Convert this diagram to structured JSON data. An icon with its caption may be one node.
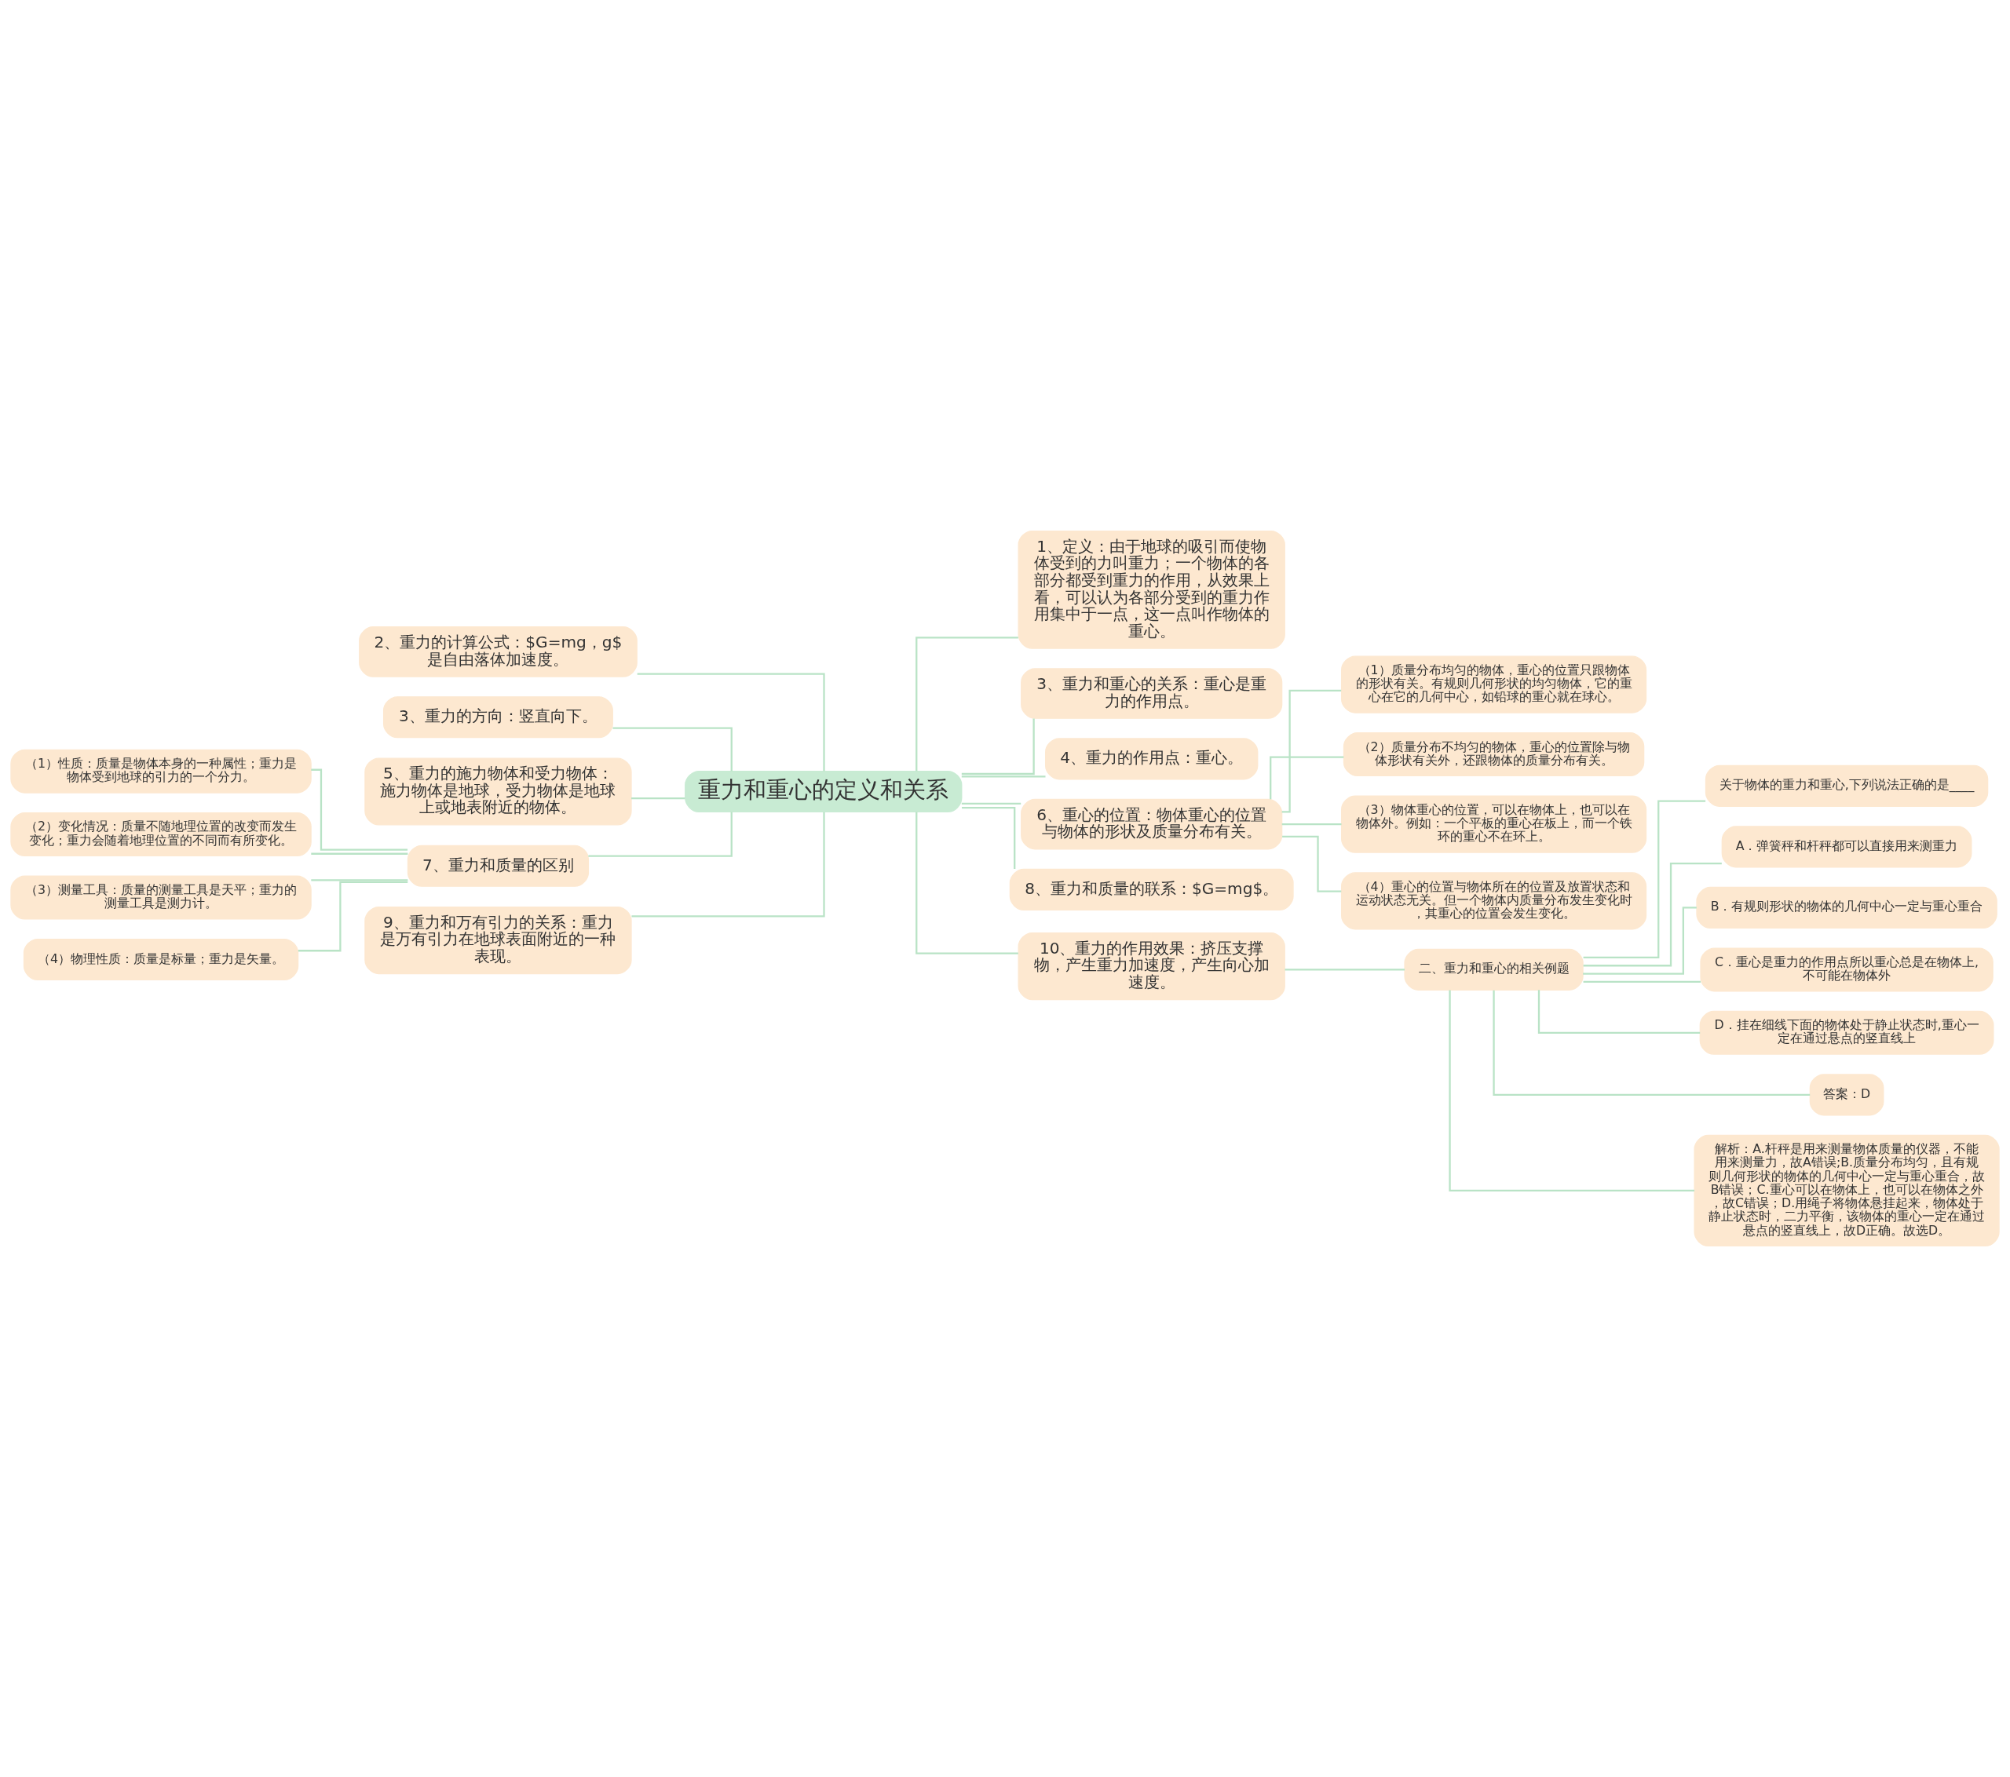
{
  "diagram": {
    "nodes": [
      {
        "text": [
          "重力和重心的定义和关系"
        ]
      },
      {
        "text": [
          "1、定义：由于地球的吸引而使物体受到的力叫重力；一个物体的各部分都受到重力的作用，从效果上看，可以认为各部分受到的重力作用集中于一点，这一点叫作物体的重心。"
        ]
      },
      {
        "text": [
          "3、重力和重心的关系：重心是重力的作用点。"
        ]
      },
      {
        "text": [
          "4、重力的作用点：重心。"
        ]
      },
      {
        "text": [
          "6、重心的位置：物体重心的位置与物体的形状及质量分布有关。"
        ]
      },
      {
        "text": [
          "（1）质量分布均匀的物体，重心的位置只跟物体的形状有关。有规则几何形状的均匀物体，它的重心在它的几何中心，如铅球的重心就在球心。"
        ]
      },
      {
        "text": [
          "（2）质量分布不均匀的物体，重心的位置除与物体形状有关外，还跟物体的质量分布有关。"
        ]
      },
      {
        "text": [
          "（3）物体重心的位置，可以在物体上，也可以在物体外。例如：一个平板的重心在板上，而一个铁环的重心不在环上。"
        ]
      },
      {
        "text": [
          "（4）重心的位置与物体所在的位置及放置状态和运动状态无关。但一个物体内质量分布发生变化时，其重心的位置会发生变化。"
        ]
      },
      {
        "text": [
          "8、重力和质量的联系：$G=mg$。"
        ]
      },
      {
        "text": [
          "10、重力的作用效果：挤压支撑物，产生重力加速度，产生向心加速度。"
        ]
      },
      {
        "text": [
          "二、重力和重心的相关例题"
        ]
      },
      {
        "text": [
          "关于物体的重力和重心,下列说法正确的是____"
        ]
      },
      {
        "text": [
          "A．弹簧秤和杆秤都可以直接用来测重力"
        ]
      },
      {
        "text": [
          "B．有规则形状的物体的几何中心一定与重心重合"
        ]
      },
      {
        "text": [
          "C．重心是重力的作用点所以重心总是在物体上,不可能在物体外"
        ]
      },
      {
        "text": [
          "D．挂在细线下面的物体处于静止状态时,重心一定在通过悬点的竖直线上"
        ]
      },
      {
        "text": [
          "答案：D"
        ]
      },
      {
        "text": [
          "解析：A.杆秤是用来测量物体质量的仪器，不能用来测量力，故A错误;B.质量分布均匀，且有规则几何形状的物体的几何中心一定与重心重合，故B错误；C.重心可以在物体上，也可以在物体之外，故C错误；D.用绳子将物体悬挂起来，物体处于静止状态时，二力平衡，该物体的重心一定在通过悬点的竖直线上，故D正确。故选D。"
        ]
      },
      {
        "text": [
          "2、重力的计算公式：$G=mg，g$是自由落体加速度。"
        ]
      },
      {
        "text": [
          "3、重力的方向：竖直向下。"
        ]
      },
      {
        "text": [
          "5、重力的施力物体和受力物体：施力物体是地球，受力物体是地球上或地表附近的物体。"
        ]
      },
      {
        "text": [
          "7、重力和质量的区别"
        ]
      },
      {
        "text": [
          "（1）性质：质量是物体本身的一种属性；重力是物体受到地球的引力的一个分力。"
        ]
      },
      {
        "text": [
          "（2）变化情况：质量不随地理位置的改变而发生变化；重力会随着地理位置的不同而有所变化。"
        ]
      },
      {
        "text": [
          "（3）测量工具：质量的测量工具是天平；重力的测量工具是测力计。"
        ]
      },
      {
        "text": [
          "（4）物理性质：质量是标量；重力是矢量。"
        ]
      },
      {
        "text": [
          "9、重力和万有引力的关系：重力是万有引力在地球表面附近的一种表现。"
        ]
      }
    ],
    "edges": [
      {
        "from": 0,
        "to": 1,
        "arrow": "none"
      },
      {
        "from": 0,
        "to": 2,
        "arrow": "none"
      },
      {
        "from": 0,
        "to": 3,
        "arrow": "none"
      },
      {
        "from": 0,
        "to": 4,
        "arrow": "none"
      },
      {
        "from": 4,
        "to": 5,
        "arrow": "none"
      },
      {
        "from": 4,
        "to": 6,
        "arrow": "none"
      },
      {
        "from": 4,
        "to": 7,
        "arrow": "none"
      },
      {
        "from": 4,
        "to": 8,
        "arrow": "none"
      },
      {
        "from": 0,
        "to": 9,
        "arrow": "none"
      },
      {
        "from": 0,
        "to": 10,
        "arrow": "none"
      },
      {
        "from": 10,
        "to": 11,
        "arrow": "none"
      },
      {
        "from": 11,
        "to": 12,
        "arrow": "none"
      },
      {
        "from": 11,
        "to": 13,
        "arrow": "none"
      },
      {
        "from": 11,
        "to": 14,
        "arrow": "none"
      },
      {
        "from": 11,
        "to": 15,
        "arrow": "none"
      },
      {
        "from": 11,
        "to": 16,
        "arrow": "none"
      },
      {
        "from": 11,
        "to": 17,
        "arrow": "none"
      },
      {
        "from": 11,
        "to": 18,
        "arrow": "none"
      },
      {
        "from": 0,
        "to": 19,
        "arrow": "none"
      },
      {
        "from": 0,
        "to": 20,
        "arrow": "none"
      },
      {
        "from": 0,
        "to": 21,
        "arrow": "none"
      },
      {
        "from": 0,
        "to": 22,
        "arrow": "none"
      },
      {
        "from": 22,
        "to": 23,
        "arrow": "none"
      },
      {
        "from": 22,
        "to": 24,
        "arrow": "none"
      },
      {
        "from": 22,
        "to": 25,
        "arrow": "none"
      },
      {
        "from": 22,
        "to": 26,
        "arrow": "none"
      },
      {
        "from": 0,
        "to": 27,
        "arrow": "none"
      }
    ]
  }
}
